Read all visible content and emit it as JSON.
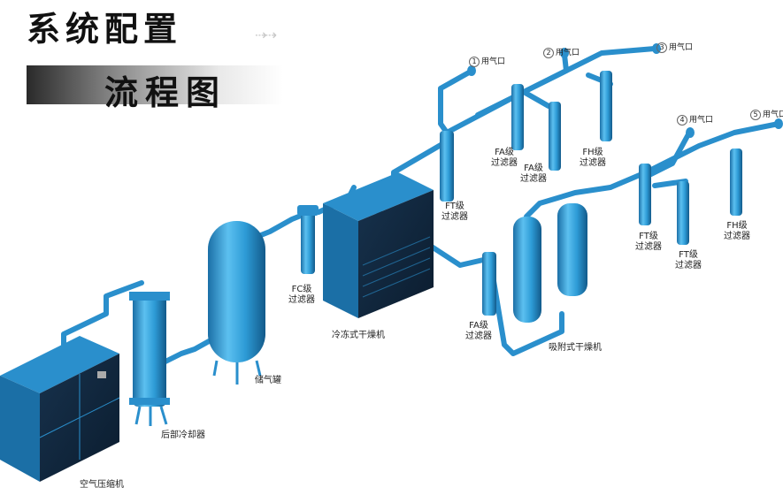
{
  "title": "系统配置",
  "subtitle": "流程图",
  "colors": {
    "pipe": "#2a8fcc",
    "vessel": "#2d9bd6",
    "vessel_dark": "#1b6fa6",
    "cabinet": "#2a8fcc",
    "cabinet_dark": "#0e2a44"
  },
  "components": {
    "compressor": "空气压缩机",
    "aftercooler": "后部冷却器",
    "air_tank": "储气罐",
    "fc_filter": "FC级\n过滤器",
    "refrigerated_dryer": "冷冻式干燥机",
    "ft_filter_upper": "FT级\n过滤器",
    "fa_filter_upper_left": "FA级\n过滤器",
    "fa_filter_upper_right": "FA级\n过滤器",
    "fh_filter_upper": "FH级\n过滤器",
    "fa_filter_lower": "FA级\n过滤器",
    "adsorption_dryer": "吸附式干燥机",
    "ft_filter_lower_left": "FT级\n过滤器",
    "ft_filter_lower_right": "FT级\n过滤器",
    "fh_filter_lower": "FH级\n过滤器"
  },
  "outlets": [
    {
      "num": "1",
      "label": "用气口"
    },
    {
      "num": "2",
      "label": "用气口"
    },
    {
      "num": "3",
      "label": "用气口"
    },
    {
      "num": "4",
      "label": "用气口"
    },
    {
      "num": "5",
      "label": "用气口"
    }
  ]
}
